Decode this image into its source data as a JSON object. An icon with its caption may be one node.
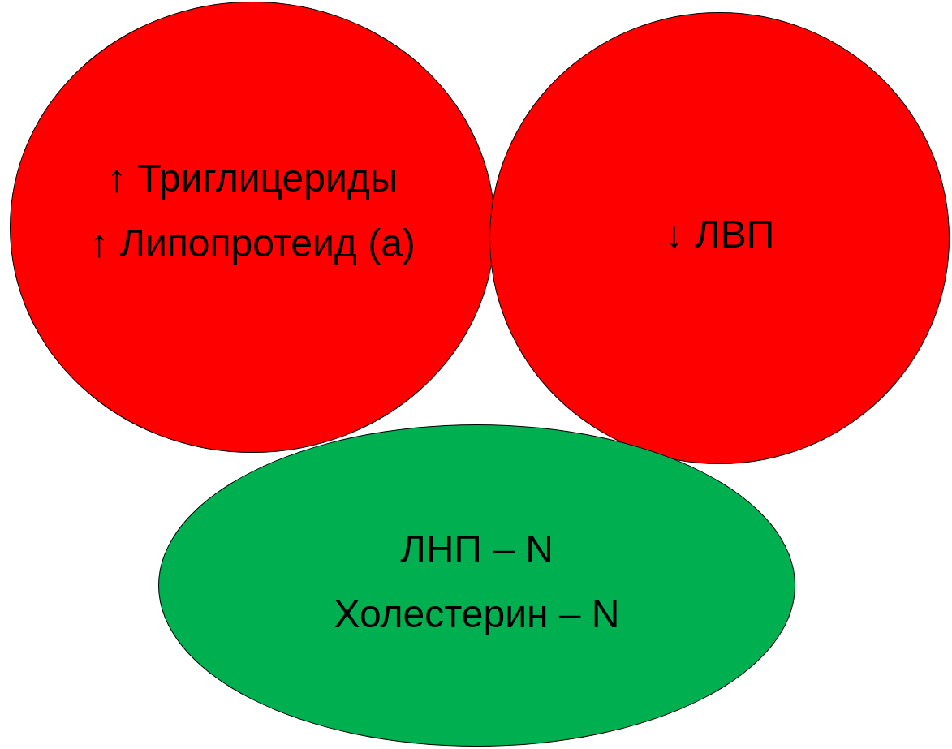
{
  "diagram": {
    "nodes": [
      {
        "text": [
          "↑ Триглицериды",
          "↑ Липопротеид (а)"
        ]
      },
      {
        "text": [
          "↓ ЛВП"
        ]
      },
      {
        "text": [
          "ЛНП – N",
          "Холестерин – N"
        ]
      }
    ]
  }
}
